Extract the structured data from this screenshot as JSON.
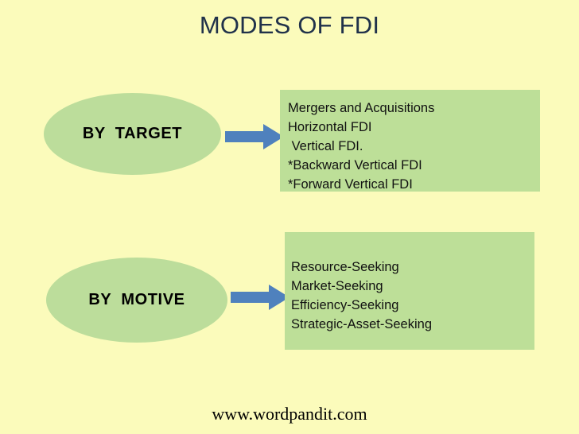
{
  "slide": {
    "title": "MODES OF FDI",
    "background_color": "#fbfbbb",
    "title_color": "#20314a",
    "accent_green": "#bddf98",
    "accent_blue": "#4f81bd"
  },
  "nodes": [
    {
      "label": "BY  TARGET"
    },
    {
      "label": "BY  MOTIVE"
    }
  ],
  "arrows": [
    {
      "name": "arrow-by-target",
      "direction": "right"
    },
    {
      "name": "arrow-by-motive",
      "direction": "right"
    }
  ],
  "boxes": [
    {
      "name": "by-target-details",
      "lines": [
        "Mergers and Acquisitions",
        "Horizontal FDI",
        " Vertical FDI.",
        "*Backward Vertical FDI",
        "*Forward Vertical FDI"
      ]
    },
    {
      "name": "by-motive-details",
      "lines": [
        "Resource-Seeking",
        "Market-Seeking",
        "Efficiency-Seeking",
        "Strategic-Asset-Seeking"
      ]
    }
  ],
  "footer": {
    "text": "www.wordpandit.com"
  }
}
